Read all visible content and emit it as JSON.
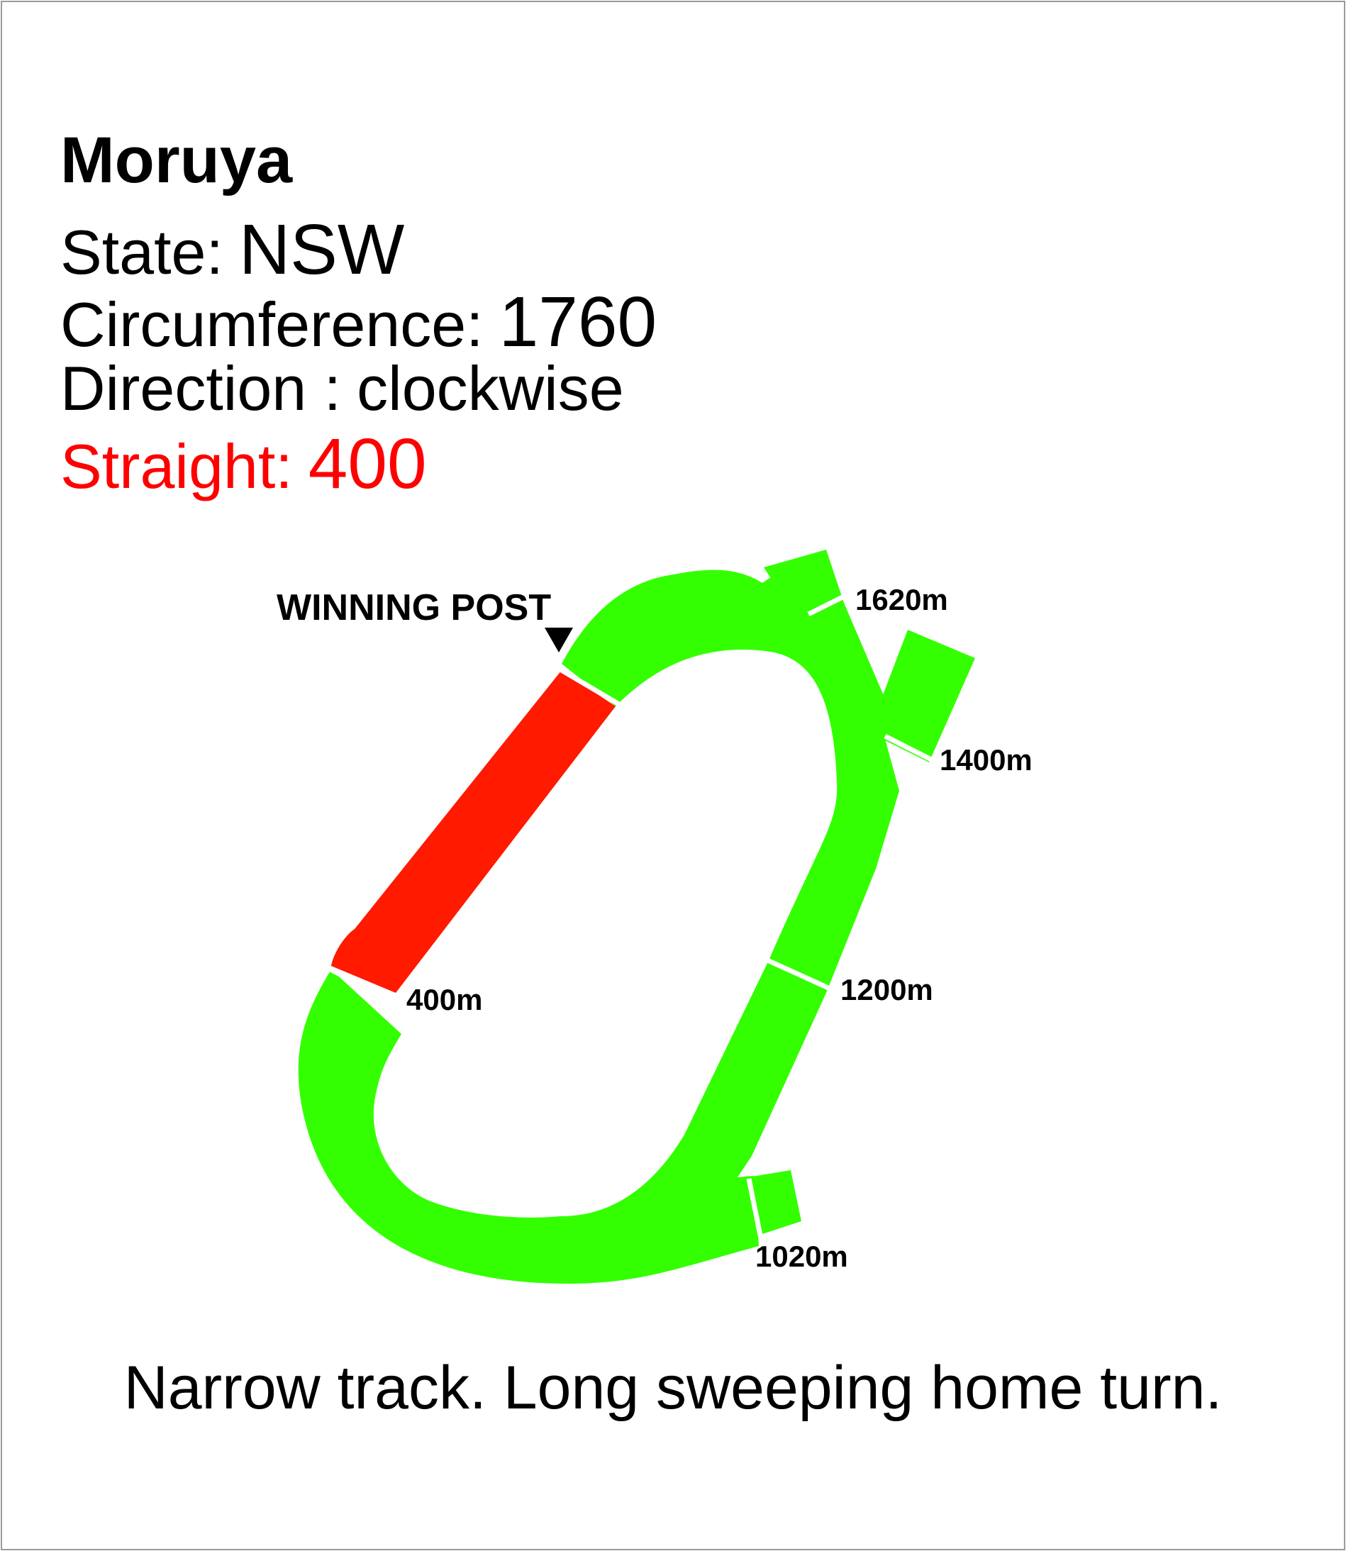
{
  "track": {
    "name": "Moruya",
    "state_label": "State:",
    "state": "NSW",
    "circumference_label": "Circumference:",
    "circumference": "1760",
    "direction_label": "Direction :",
    "direction": "clockwise",
    "straight_label": "Straight:",
    "straight": "400"
  },
  "diagram": {
    "winning_post_label": "WINNING POST",
    "markers": {
      "m1620": "1620m",
      "m1400": "1400m",
      "m1200": "1200m",
      "m1020": "1020m",
      "m400": "400m"
    }
  },
  "note": "Narrow track. Long sweeping home turn.",
  "colors": {
    "track": "#33ff00",
    "straight": "#ff1a00",
    "highlight_text": "#ff0000",
    "text": "#000000",
    "frame": "#9a9a9a"
  }
}
